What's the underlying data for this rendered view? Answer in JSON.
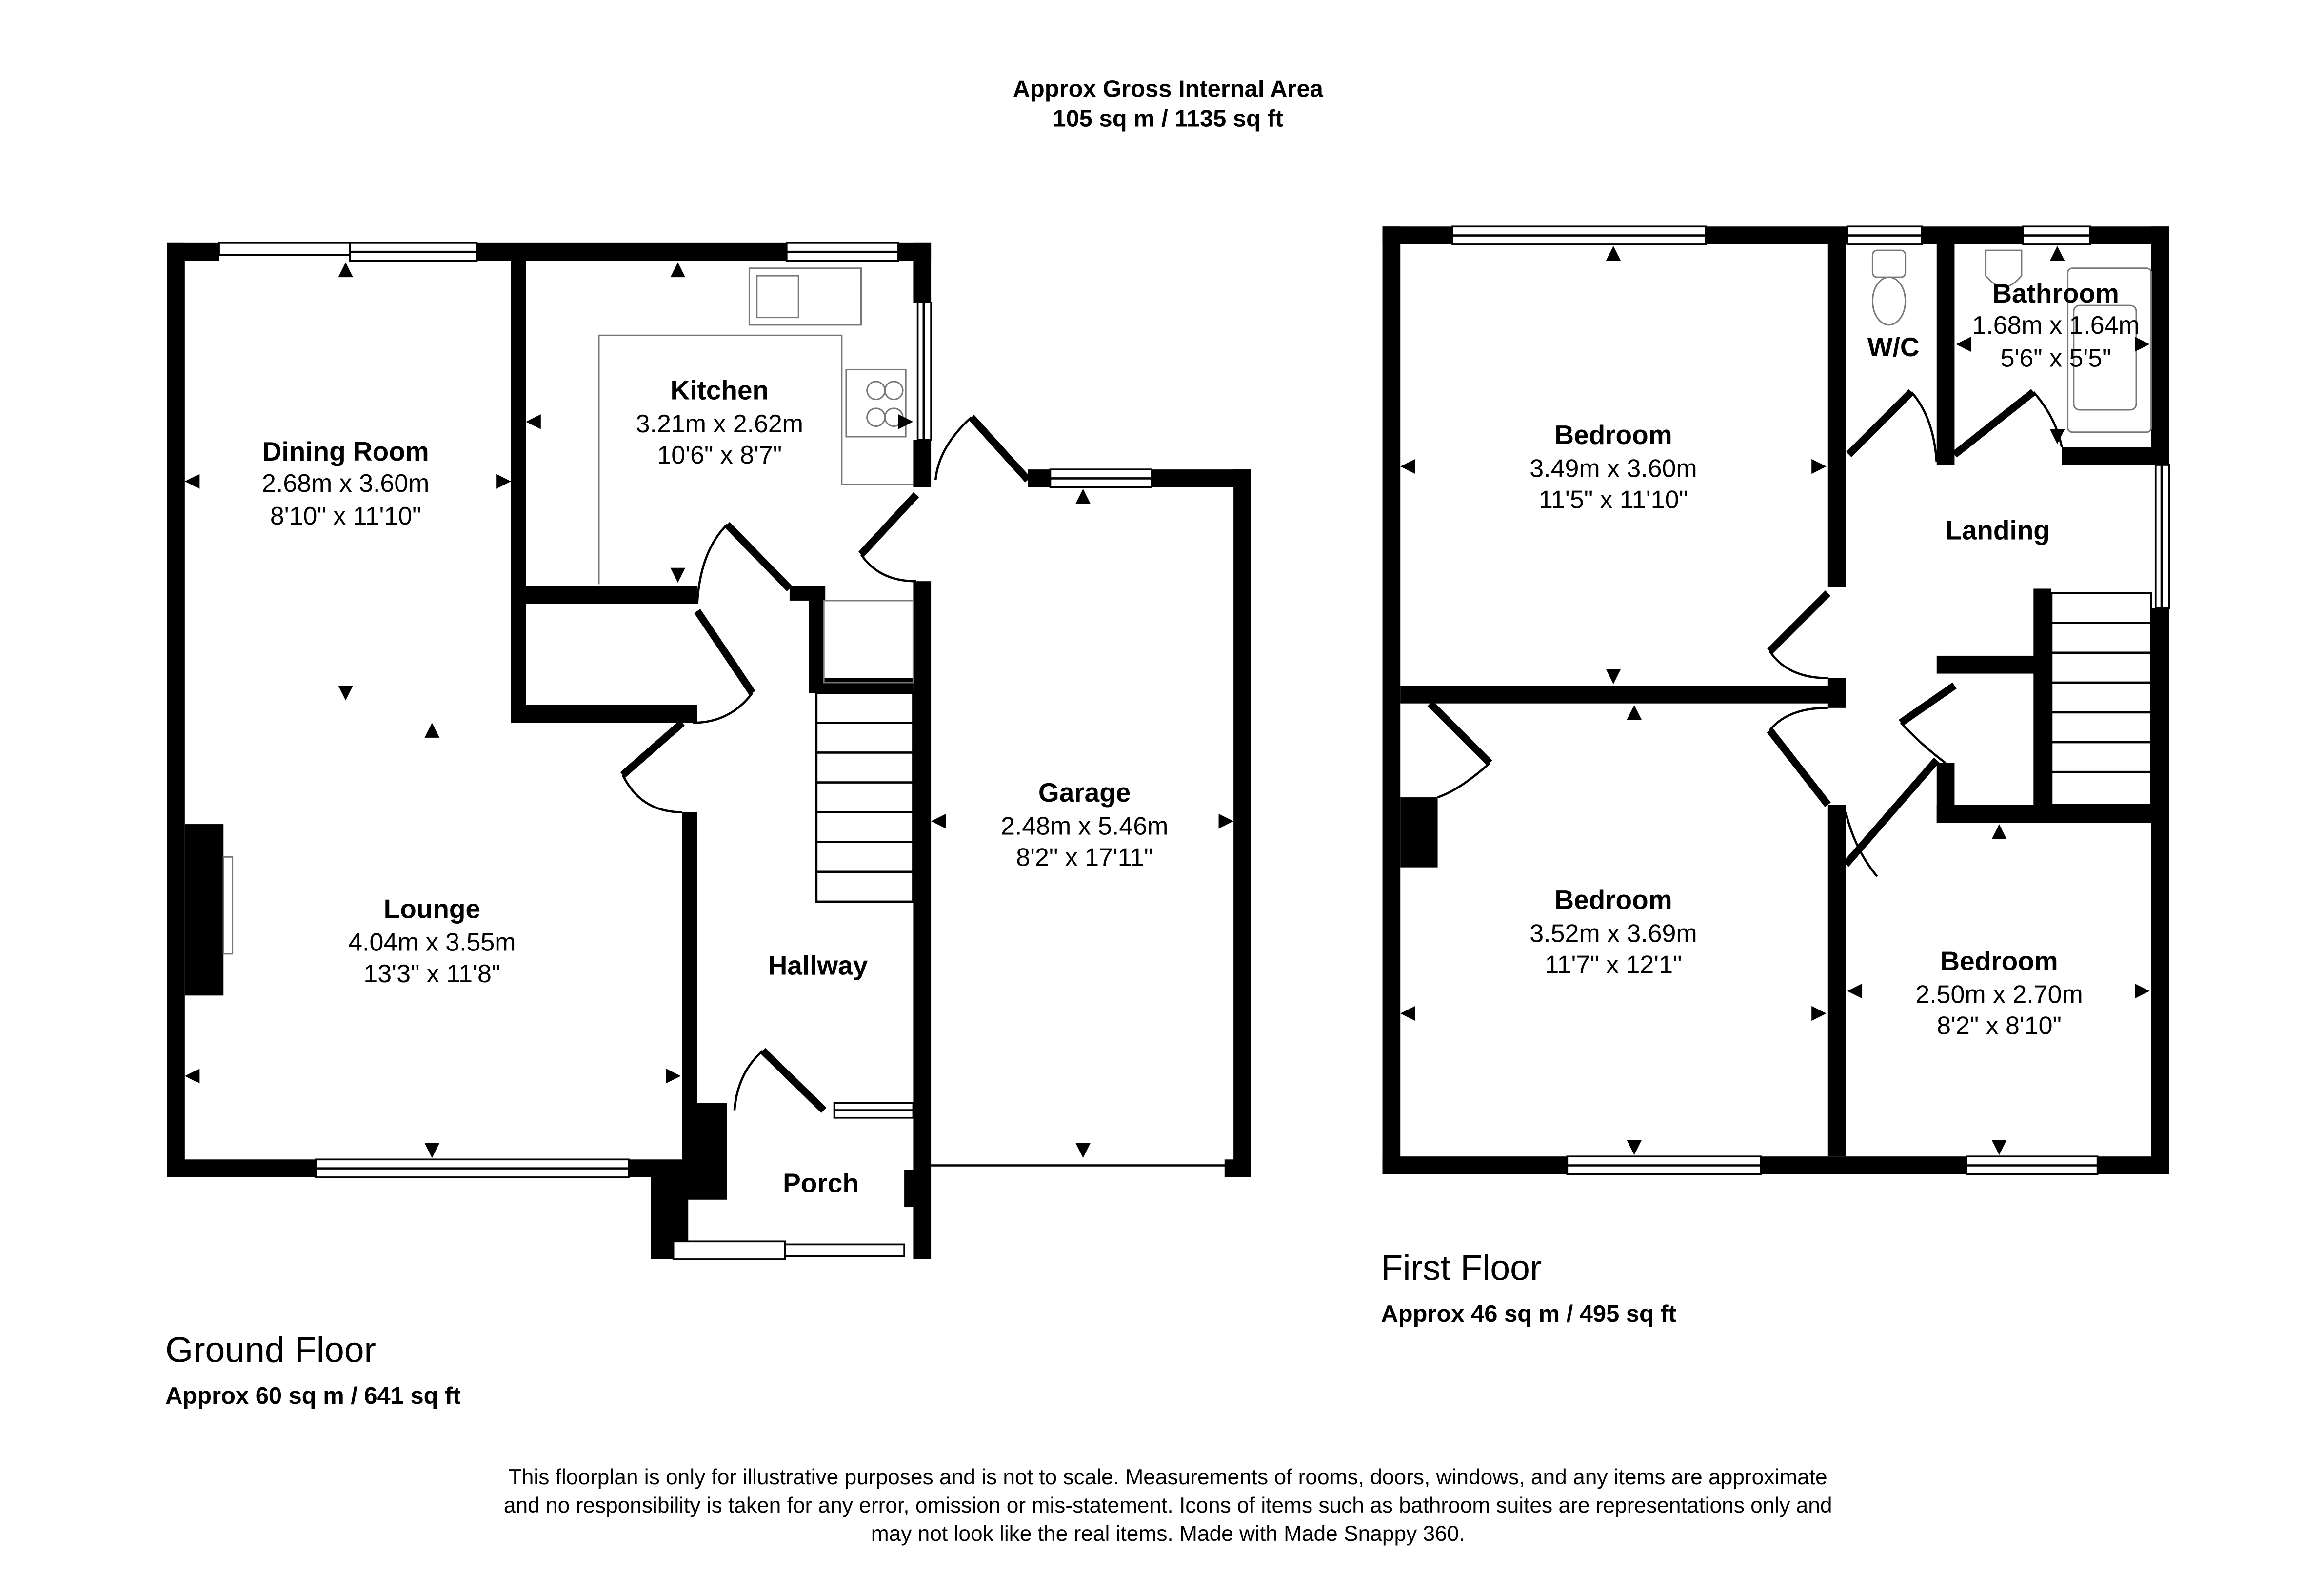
{
  "header": {
    "line1": "Approx Gross Internal Area",
    "line2": "105 sq m / 1135 sq ft"
  },
  "ground_floor": {
    "title": "Ground Floor",
    "area": "Approx 60 sq m / 641 sq ft",
    "rooms": {
      "dining": {
        "name": "Dining Room",
        "metric": "2.68m x 3.60m",
        "imperial": "8'10\" x 11'10\""
      },
      "kitchen": {
        "name": "Kitchen",
        "metric": "3.21m x 2.62m",
        "imperial": "10'6\" x 8'7\""
      },
      "lounge": {
        "name": "Lounge",
        "metric": "4.04m x 3.55m",
        "imperial": "13'3\" x 11'8\""
      },
      "garage": {
        "name": "Garage",
        "metric": "2.48m x 5.46m",
        "imperial": "8'2\" x 17'11\""
      },
      "hallway": {
        "name": "Hallway"
      },
      "porch": {
        "name": "Porch"
      }
    }
  },
  "first_floor": {
    "title": "First Floor",
    "area": "Approx 46 sq m / 495 sq ft",
    "rooms": {
      "bedroom1": {
        "name": "Bedroom",
        "metric": "3.49m x 3.60m",
        "imperial": "11'5\" x 11'10\""
      },
      "bedroom2": {
        "name": "Bedroom",
        "metric": "3.52m x 3.69m",
        "imperial": "11'7\" x 12'1\""
      },
      "bedroom3": {
        "name": "Bedroom",
        "metric": "2.50m x 2.70m",
        "imperial": "8'2\" x 8'10\""
      },
      "bathroom": {
        "name": "Bathroom",
        "metric": "1.68m x 1.64m",
        "imperial": "5'6\" x 5'5\""
      },
      "wc": {
        "name": "W/C"
      },
      "landing": {
        "name": "Landing"
      }
    }
  },
  "disclaimer": {
    "line1": "This floorplan is only for illustrative purposes and is not to scale. Measurements of rooms, doors, windows, and any items are approximate",
    "line2": "and no responsibility is taken for any error, omission or mis-statement. Icons of items such as bathroom suites are representations only and",
    "line3": "may not look like the real items. Made with Made Snappy 360."
  }
}
